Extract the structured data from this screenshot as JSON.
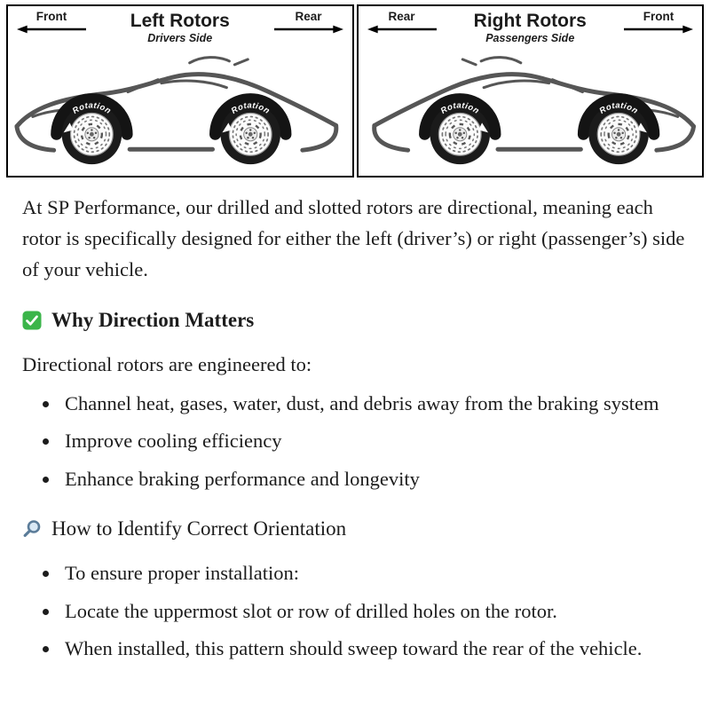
{
  "diagram": {
    "left_panel": {
      "front_label": "Front",
      "rear_label": "Rear",
      "title": "Left Rotors",
      "subtitle": "Drivers Side",
      "rotation_label": "Rotation"
    },
    "right_panel": {
      "front_label": "Front",
      "rear_label": "Rear",
      "title": "Right Rotors",
      "subtitle": "Passengers Side",
      "rotation_label": "Rotation"
    }
  },
  "content": {
    "intro": "At SP Performance, our drilled and slotted rotors are directional, meaning each rotor is specifically designed for either the left (driver’s) or right (passenger’s) side of your vehicle.",
    "why_direction": {
      "icon": "check-icon",
      "heading": "Why Direction Matters",
      "lead": "Directional rotors are engineered to:",
      "bullets": [
        "Channel heat, gases, water, dust, and debris away from the braking system",
        "Improve cooling efficiency",
        "Enhance braking performance and longevity"
      ]
    },
    "identify": {
      "icon": "magnifier-icon",
      "heading": "How to Identify Correct Orientation",
      "bullets": [
        "To ensure proper installation:",
        "Locate the uppermost slot or row of drilled holes on the rotor.",
        "When installed, this pattern should sweep toward the rear of the vehicle."
      ]
    }
  },
  "colors": {
    "check_green": "#3bb54a",
    "magnifier_blue": "#5b7c99",
    "text": "#1c1c1c"
  }
}
